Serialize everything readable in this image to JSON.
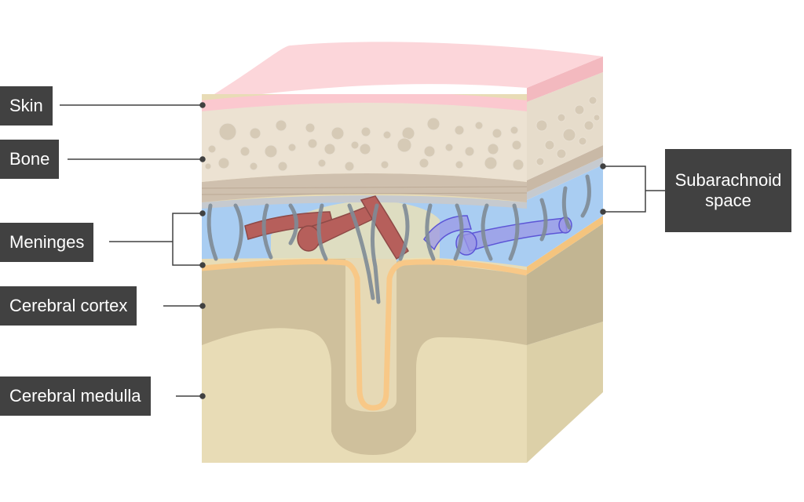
{
  "labels": {
    "skin": "Skin",
    "bone": "Bone",
    "meninges": "Meninges",
    "cerebral_cortex": "Cerebral cortex",
    "cerebral_medulla": "Cerebral medulla",
    "subarachnoid_line1": "Subarachnoid",
    "subarachnoid_line2": "space"
  },
  "colors": {
    "skin": "#fcd6da",
    "skin_side": "#f3b9bf",
    "bone": "#ece2d2",
    "bone_pore": "#d8cdbb",
    "dura": "#cfc0ae",
    "arachnoid": "#c6cacf",
    "subarachnoid": "#a9cdf2",
    "pia": "#f8c887",
    "cortex": "#cfc09c",
    "medulla": "#e8dcb6",
    "artery": "#b65f5b",
    "vein": "#9b97e6",
    "trabeculae": "#7f8b96",
    "label_bg": "#414141",
    "leader": "#414141"
  }
}
